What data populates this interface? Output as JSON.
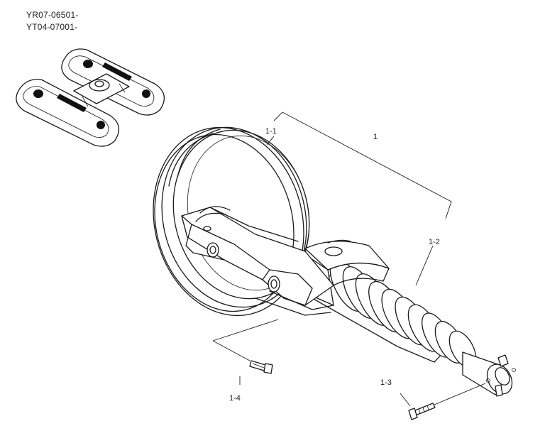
{
  "header": {
    "serial_lines": [
      "YR07-06501-",
      "YT04-07001-"
    ]
  },
  "callouts": {
    "assembly": "1",
    "idler": "1-1",
    "recoil_spring": "1-2",
    "bolt_small": "1-3",
    "bolt_large": "1-4"
  }
}
